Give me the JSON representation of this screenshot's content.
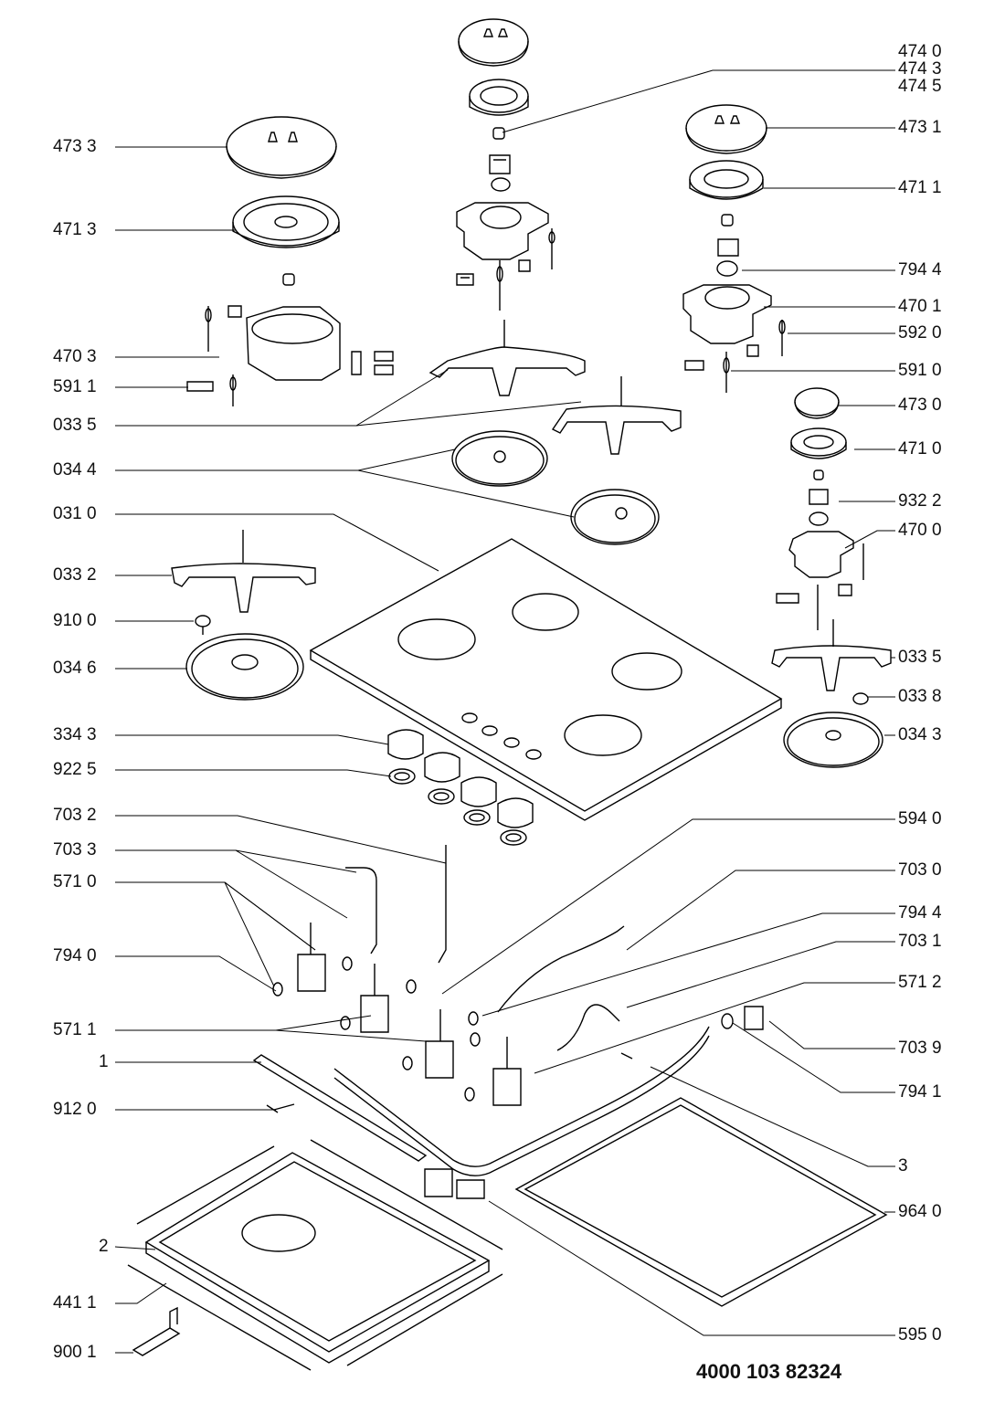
{
  "left_labels": [
    "473 3",
    "471 3",
    "470 3",
    "591 1",
    "033 5",
    "034 4",
    "031 0",
    "033 2",
    "910 0",
    "034 6",
    "334 3",
    "922 5",
    "703 2",
    "703 3",
    "571 0",
    "794 0",
    "571 1",
    "1",
    "912 0",
    "2",
    "441 1",
    "900 1"
  ],
  "right_labels": [
    "474 0",
    "474 3",
    "474 5",
    "473 1",
    "471 1",
    "794 4",
    "470 1",
    "592 0",
    "591 0",
    "473 0",
    "471 0",
    "932 2",
    "470 0",
    "033 5",
    "033 8",
    "034 3",
    "594 0",
    "703 0",
    "794 4",
    "703 1",
    "571 2",
    "703 9",
    "794 1",
    "3",
    "964 0",
    "595 0"
  ],
  "document_number": "4000 103 82324"
}
